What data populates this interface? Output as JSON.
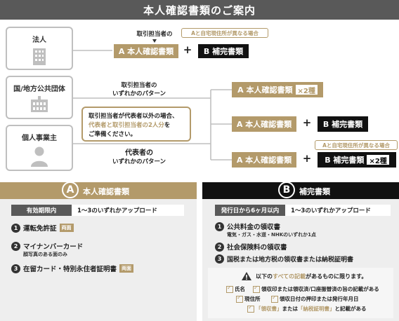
{
  "header": {
    "title": "本人確認書類のご案内"
  },
  "entities": {
    "corporation": "法人",
    "government": "国/地方公共団体",
    "individual": "個人事業主"
  },
  "flow": {
    "person_in_charge": "取引担当者の",
    "note_address": "Aと自宅現住所が異なる場合",
    "doc_a": "A 本人確認書類",
    "doc_b": "B 補完書類",
    "plus": "+",
    "either_pattern_1": "取引担当者の",
    "either_pattern_2": "いずれかのパターン",
    "rep_pattern_1": "代表者の",
    "rep_pattern_2": "いずれかのパターン",
    "x2": "×2種",
    "callout_line1": "取引担当者が代表者以外の場合、",
    "callout_line2": "代表者と取引担当者の2人分",
    "callout_line2_suffix": "を",
    "callout_line3": "ご準備ください。"
  },
  "panel_a": {
    "letter": "A",
    "title": "本人確認書類",
    "validity_label": "有効期限内",
    "upload_label": "1～3のいずれかアップロード",
    "items": [
      {
        "n": "1",
        "label": "運転免許証",
        "tag": "両面"
      },
      {
        "n": "2",
        "label": "マイナンバーカード",
        "sub": "顔写真のある面のみ"
      },
      {
        "n": "3",
        "label": "在留カード・特別永住者証明書",
        "tag": "両面"
      }
    ]
  },
  "panel_b": {
    "letter": "B",
    "title": "補完書類",
    "validity_label": "発行日から6ヶ月以内",
    "upload_label": "1～3のいずれかアップロード",
    "items": [
      {
        "n": "1",
        "label": "公共料金の領収書",
        "sub": "電気・ガス・水道・NHKのいずれか1点"
      },
      {
        "n": "2",
        "label": "社会保険料の領収書"
      },
      {
        "n": "3",
        "label": "国税または地方税の領収書または納税証明書"
      }
    ],
    "warning_pre": "以下の",
    "warning_hl": "すべての記載",
    "warning_post": "があるものに限ります。",
    "checks": {
      "c1": "氏名",
      "c2": "領収印または領収済/口座振替済の旨の記載がある",
      "c3": "現住所",
      "c4": "領収日付の押印または発行年月日",
      "c5_hl1": "「領収書」",
      "c5_mid": "または",
      "c5_hl2": "「納税証明書」",
      "c5_post": "と記載がある"
    }
  },
  "colors": {
    "gold": "#b39a6a",
    "dark": "#111111",
    "gray": "#595959",
    "panel": "#eeeeee"
  }
}
